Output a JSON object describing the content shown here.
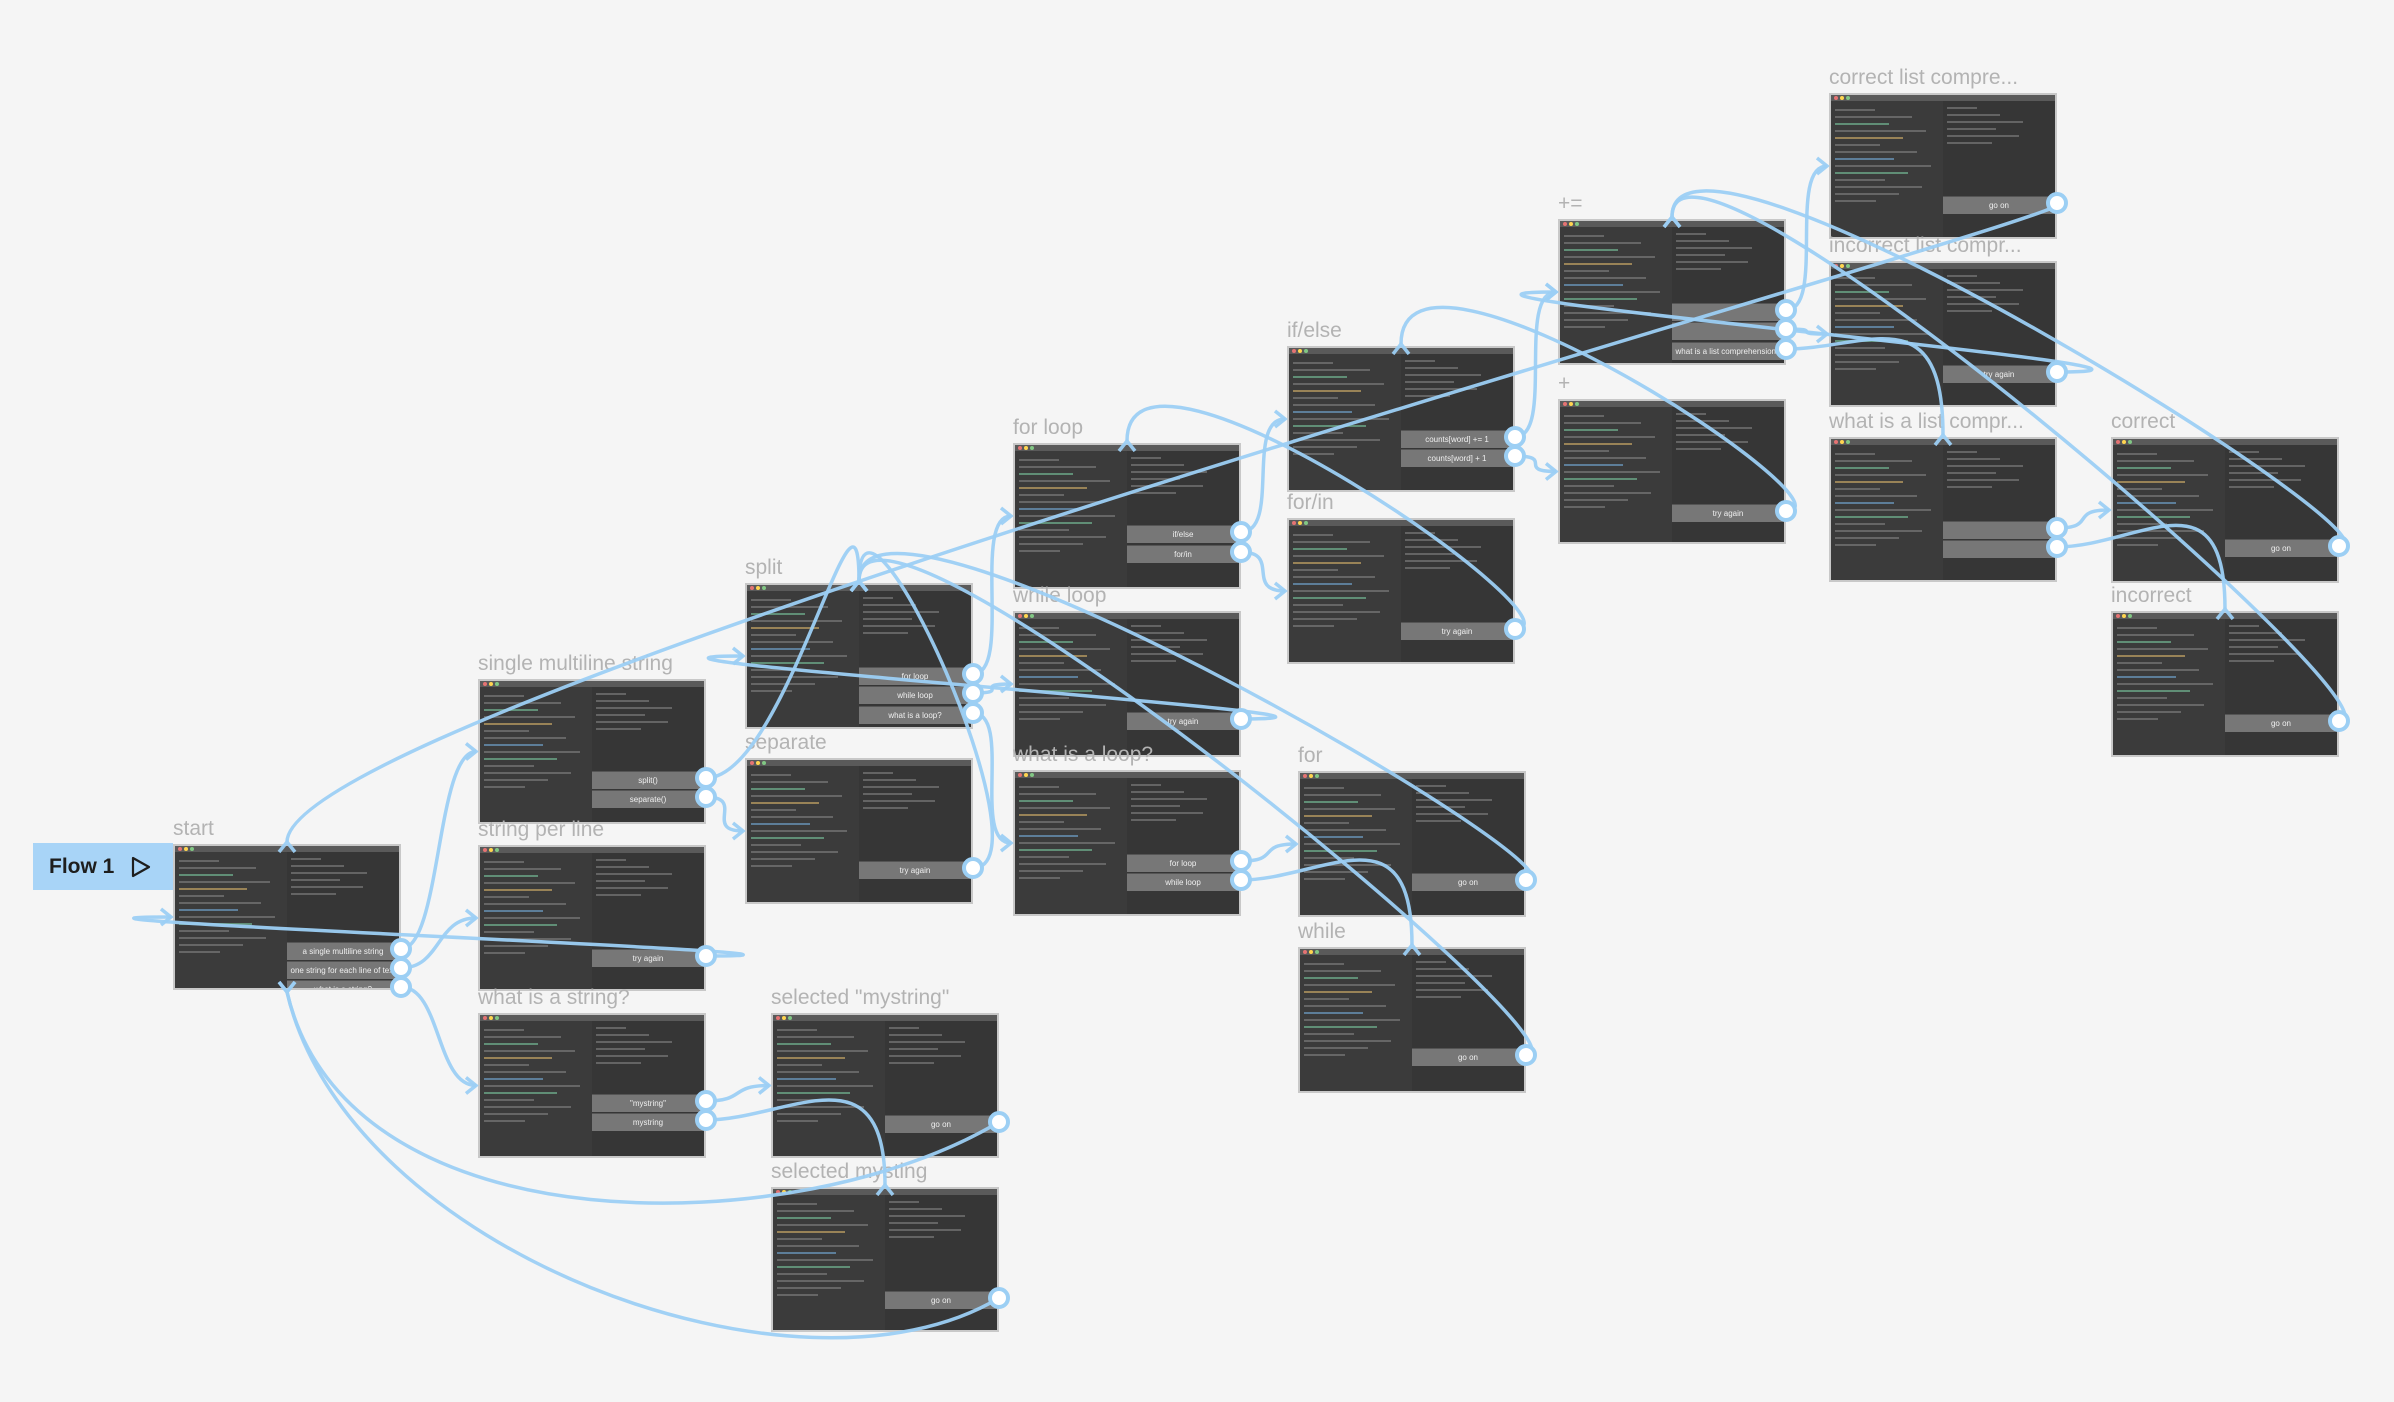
{
  "flow": {
    "label": "Flow 1",
    "play_icon": "play-icon"
  },
  "frames": {
    "start": {
      "title": "start",
      "buttons": [
        "a single multiline string",
        "one string for each line of text",
        "what is a string?"
      ]
    },
    "single_multiline": {
      "title": "single multiline string",
      "buttons": [
        "split()",
        "separate()"
      ]
    },
    "string_per_line": {
      "title": "string per line",
      "buttons": [
        "try again"
      ]
    },
    "what_is_string": {
      "title": "what is a string?",
      "buttons": [
        "\"mystring\"",
        "mystring"
      ]
    },
    "selected_mystring_q": {
      "title": "selected \"mystring\"",
      "buttons": [
        "go on"
      ]
    },
    "selected_mysting": {
      "title": "selected mysting",
      "buttons": [
        "go on"
      ]
    },
    "split": {
      "title": "split",
      "buttons": [
        "for loop",
        "while loop",
        "what is a loop?"
      ]
    },
    "separate": {
      "title": "separate",
      "buttons": [
        "try again"
      ]
    },
    "for_loop": {
      "title": "for loop",
      "buttons": [
        "if/else",
        "for/in"
      ]
    },
    "while_loop": {
      "title": "while loop",
      "buttons": [
        "try again"
      ]
    },
    "what_is_loop": {
      "title": "what is a loop?",
      "buttons": [
        "for loop",
        "while loop"
      ]
    },
    "if_else": {
      "title": "if/else",
      "buttons": [
        "counts[word] += 1",
        "counts[word] + 1"
      ]
    },
    "for_in": {
      "title": "for/in",
      "buttons": [
        "try again"
      ]
    },
    "for": {
      "title": "for",
      "buttons": [
        "go on"
      ]
    },
    "while": {
      "title": "while",
      "buttons": [
        "go on"
      ]
    },
    "plus_eq": {
      "title": "+=",
      "buttons": [
        "",
        "",
        "what is a list comprehension?"
      ]
    },
    "plus": {
      "title": "+",
      "buttons": [
        "try again"
      ]
    },
    "correct_list": {
      "title": "correct list compre...",
      "buttons": [
        "go on"
      ]
    },
    "incorrect_list": {
      "title": "incorrect list compr...",
      "buttons": [
        "try again"
      ]
    },
    "what_is_list": {
      "title": "what is a list compr...",
      "buttons": [
        "",
        ""
      ]
    },
    "correct": {
      "title": "correct",
      "buttons": [
        "go on"
      ]
    },
    "incorrect": {
      "title": "incorrect",
      "buttons": [
        "go on"
      ]
    }
  },
  "colors": {
    "wire": "#9ccff4",
    "flow_tag": "#a8d4f7",
    "frame_bg": "#3b3b3b",
    "canvas": "#f5f5f5"
  }
}
